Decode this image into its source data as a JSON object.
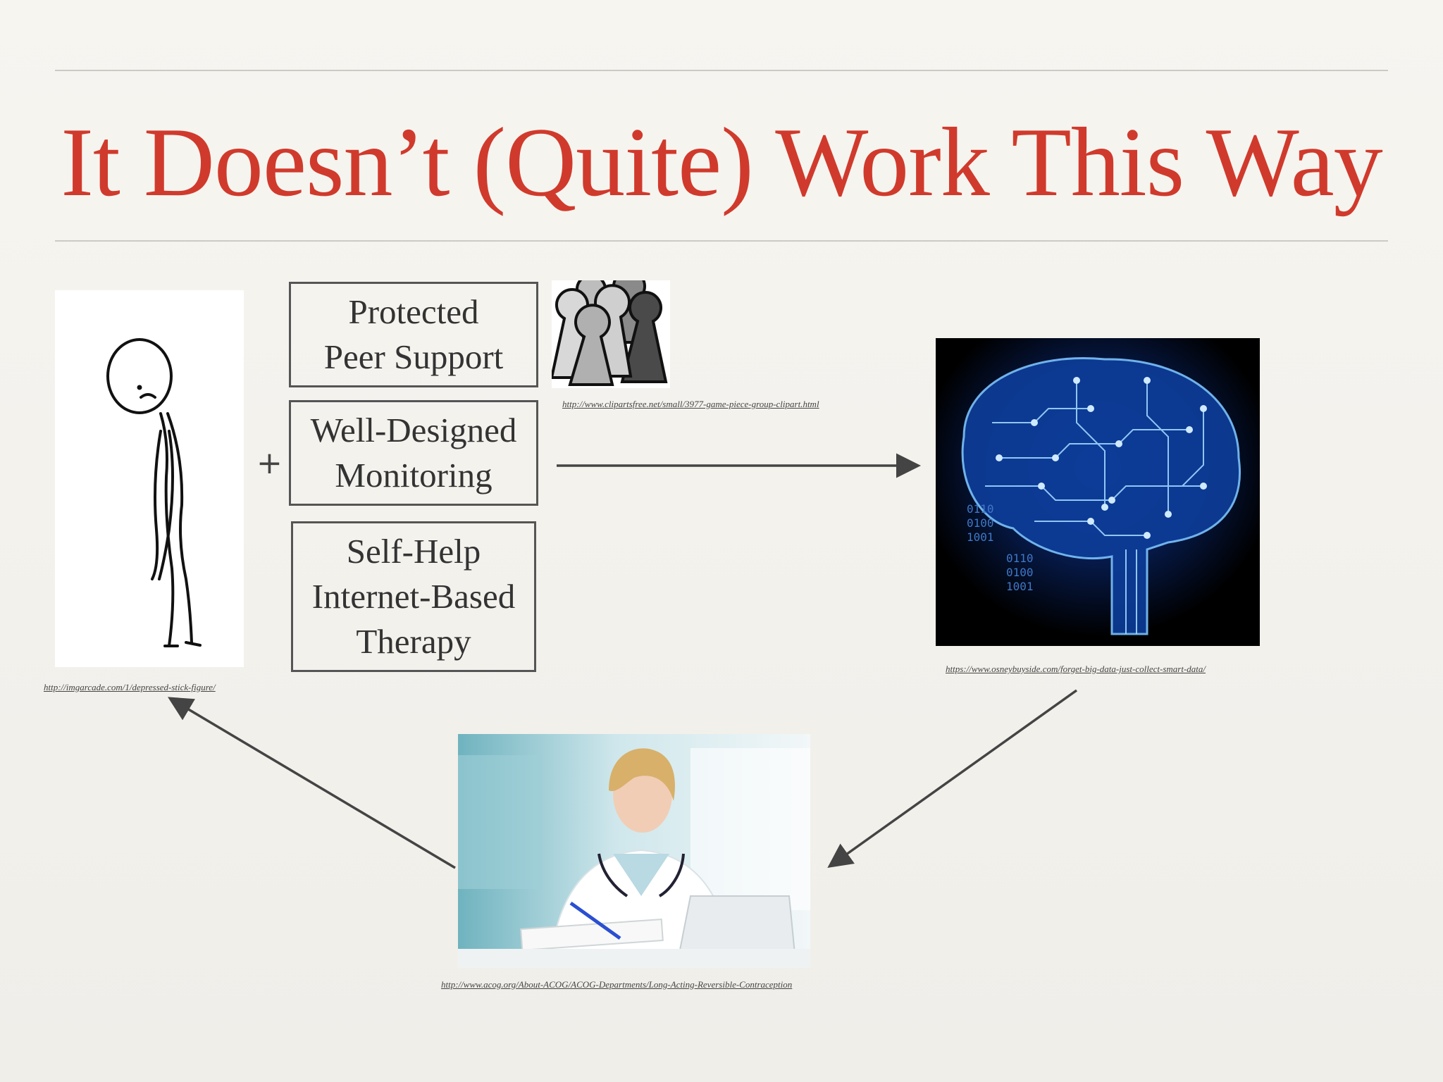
{
  "title": "It Doesn’t (Quite) Work This Way",
  "plus_sign": "+",
  "boxes": [
    {
      "lines": [
        "Protected",
        "Peer Support"
      ]
    },
    {
      "lines": [
        "Well-Designed",
        "Monitoring"
      ]
    },
    {
      "lines": [
        "Self-Help",
        "Internet-Based",
        "Therapy"
      ]
    }
  ],
  "citations": {
    "stick_figure": "http://imgarcade.com/1/depressed-stick-figure/",
    "game_pieces": "http://www.clipartsfree.net/small/3977-game-piece-group-clipart.html",
    "brain": "https://www.osneybuyside.com/forget-big-data-just-collect-smart-data/",
    "doctor": "http://www.acog.org/About-ACOG/ACOG-Departments/Long-Acting-Reversible-Contraception"
  },
  "brain_binary": [
    "0110",
    "0100",
    "1001",
    "0110",
    "0100",
    "1001"
  ],
  "colors": {
    "title": "#d03a2c",
    "arrow": "#444444",
    "brain_glow": "#3aa0ff"
  }
}
